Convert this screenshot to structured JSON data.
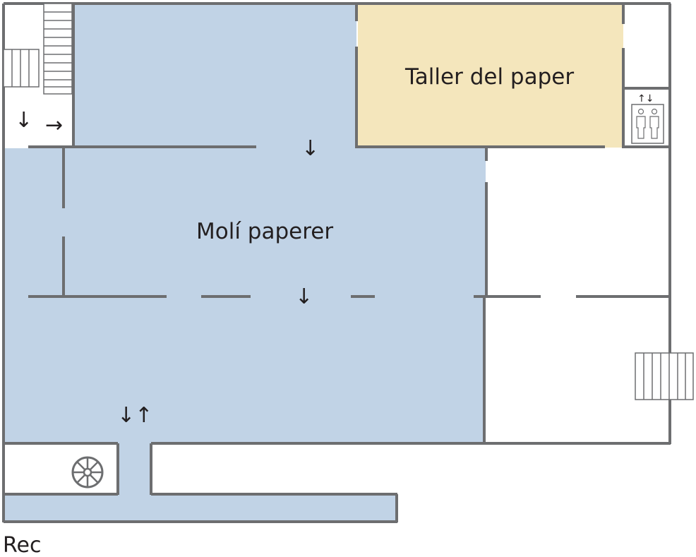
{
  "rooms": {
    "moli_paperer": "Molí paperer",
    "taller_del_paper": "Taller del paper"
  },
  "floor_label": "Rec",
  "arrows": {
    "down": "↓",
    "right": "→",
    "down_up": "↓↑",
    "lift": "↑↓"
  },
  "icons": {
    "elevator": "elevator-icon",
    "wheel": "water-wheel-icon",
    "stairs": "stairs-icon"
  },
  "colors": {
    "moli_paperer": "#c1d3e6",
    "taller_del_paper": "#f4e6bc",
    "walls": "#6d6e70",
    "text": "#231f20"
  }
}
